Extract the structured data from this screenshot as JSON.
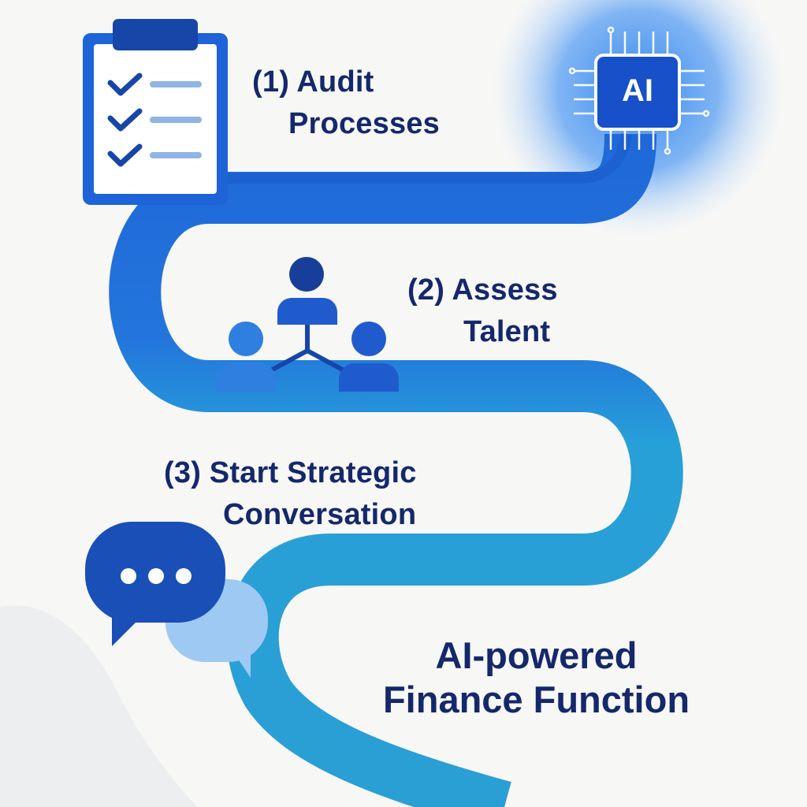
{
  "steps": [
    {
      "line1": "(1)  Audit",
      "line2": "Processes",
      "icon": "clipboard-checklist-icon"
    },
    {
      "line1": "(2)  Assess",
      "line2": "Talent",
      "icon": "team-network-icon"
    },
    {
      "line1": "(3)  Start Strategic",
      "line2": "Conversation",
      "icon": "chat-bubbles-icon"
    }
  ],
  "goal": {
    "line1": "AI-powered",
    "line2": "Finance Function"
  },
  "ai_chip": {
    "label": "AI",
    "icon": "ai-chip-icon"
  },
  "colors": {
    "path_dark": "#1c5fd4",
    "path_light": "#29a6d6",
    "icon_dark": "#1a50bf",
    "icon_mid": "#2c7de0",
    "icon_light": "#8ec1ee",
    "text": "#14286b",
    "background": "#f7f7f6"
  }
}
